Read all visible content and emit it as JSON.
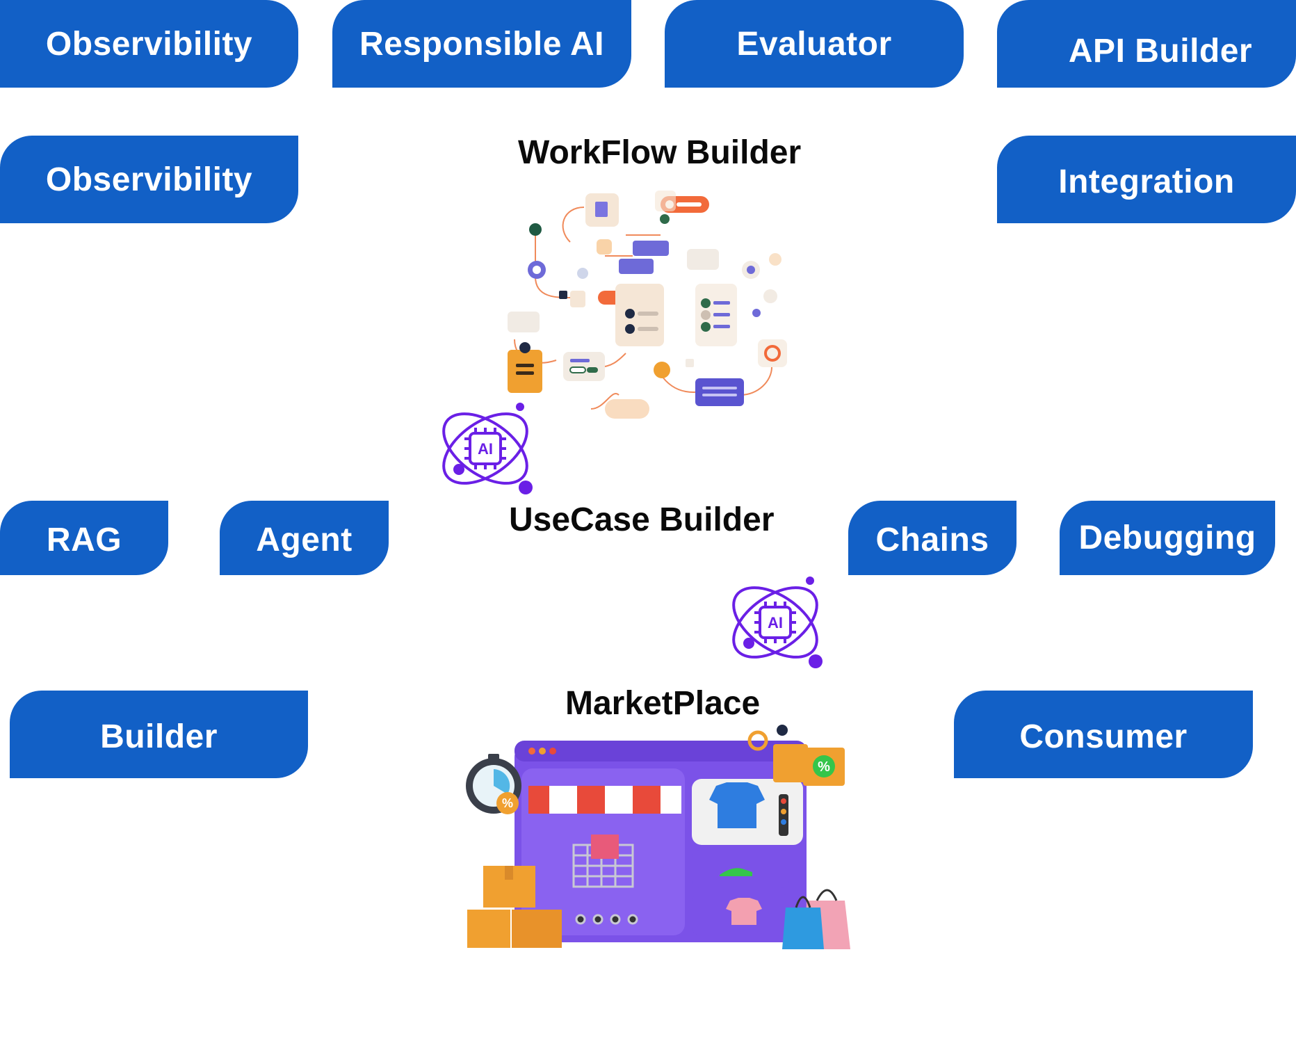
{
  "pills": {
    "observability_top": "Observibility",
    "responsible_ai": "Responsible AI",
    "evaluator": "Evaluator",
    "api_builder": "API Builder",
    "observability_second": "Observibility",
    "integration": "Integration",
    "rag": "RAG",
    "agent": "Agent",
    "chains": "Chains",
    "debugging": "Debugging",
    "builder": "Builder",
    "consumer": "Consumer"
  },
  "sections": {
    "workflow_builder": "WorkFlow Builder",
    "usecase_builder": "UseCase Builder",
    "marketplace": "MarketPlace"
  },
  "ai_badge_text": "AI",
  "discount_symbol": "%",
  "colors": {
    "pill_blue": "#1260c6",
    "ai_purple": "#6a1fe6",
    "store_purple": "#7b52e8",
    "accent_orange": "#f0a030",
    "accent_red": "#e84a3a"
  },
  "icons": [
    "workflow-diagram-icon",
    "ai-atom-icon",
    "marketplace-store-icon",
    "stopwatch-icon",
    "shopping-cart-icon",
    "tshirt-icon",
    "sneaker-icon",
    "boxes-icon",
    "shopping-bag-icon",
    "discount-tag-icon"
  ]
}
